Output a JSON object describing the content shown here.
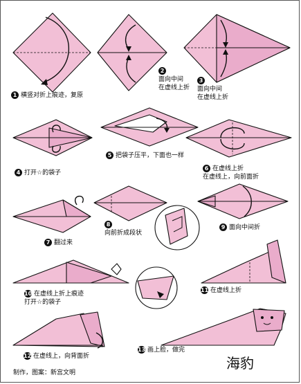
{
  "title": "海豹",
  "credit": "制作，图案：新宫文明",
  "steps": [
    {
      "num": "1",
      "text": "横竖对折上痕迹，复原"
    },
    {
      "num": "2",
      "line1": "面向中间",
      "line2": "在虚线上折"
    },
    {
      "num": "3",
      "line1": "面向中间",
      "line2": "在虚线上折"
    },
    {
      "num": "4",
      "text": "打开☆的袋子"
    },
    {
      "num": "5",
      "text": "把袋子压平，下面也一样"
    },
    {
      "num": "6",
      "line1": "在虚线上折",
      "line2": "在虚线上，向前面折"
    },
    {
      "num": "7",
      "text": "翻过来"
    },
    {
      "num": "8",
      "text": "向前折成段状"
    },
    {
      "num": "9",
      "text": "面向中间折"
    },
    {
      "num": "10",
      "line1": "在虚线上折上痕迹",
      "line2": "打开☆的袋子"
    },
    {
      "num": "11",
      "text": "在虚线上折"
    },
    {
      "num": "12",
      "text": "在虚线上，向背面折"
    },
    {
      "num": "13",
      "text": "画上脸，做完"
    }
  ]
}
